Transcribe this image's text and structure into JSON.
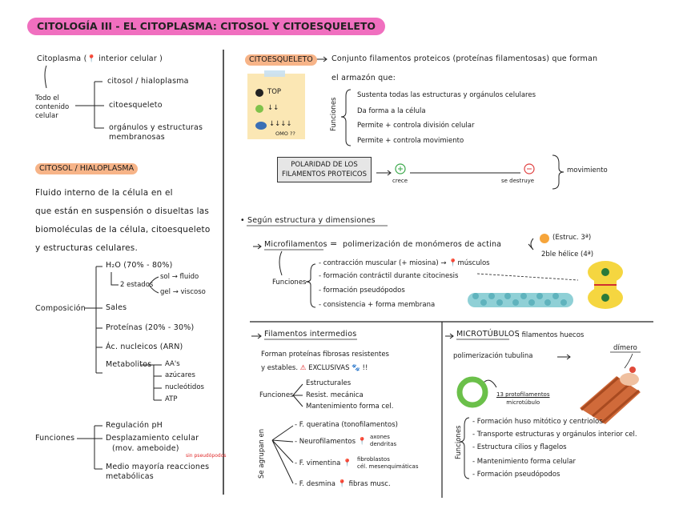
{
  "title": "CITOLOGÍA III - EL CITOPLASMA: CITOSOL Y CITOESQUELETO",
  "citoplasma": {
    "label": "Citoplasma",
    "paren_open": "(",
    "note": "interior celular",
    "paren_close": ")",
    "left_note": [
      "Todo el",
      "contenido",
      "celular"
    ],
    "items": [
      "citosol / hialoplasma",
      "citoesqueleto",
      "orgánulos y estructuras",
      "membranosas"
    ]
  },
  "citosol": {
    "heading": "CITOSOL / HIALOPLASMA",
    "desc": [
      "Fluido interno de la célula en el",
      "que están en suspensión o disueltas las",
      "biomoléculas de la célula, citoesqueleto",
      "y estructuras celulares."
    ],
    "composicion_label": "Composición",
    "water": "H₂O (70% - 80%)",
    "estados": "2 estados",
    "sol": "sol → fluido",
    "gel": "gel → viscoso",
    "sales": "Sales",
    "proteinas": "Proteínas (20% - 30%)",
    "acidos": "Ác. nucleicos (ARN)",
    "metabolitos": "Metabolitos",
    "metab_items": [
      "AA's",
      "azúcares",
      "nucleótidos",
      "ATP"
    ],
    "funciones_label": "Funciones",
    "func1": "Regulación pH",
    "func2": "Desplazamiento celular",
    "func2b": "(mov. ameboide)",
    "func2_small": "sin pseudópodos",
    "func3": "Medio mayoría reacciones",
    "func3b": "metabólicas"
  },
  "citoesqueleto": {
    "heading": "CITOESQUELETO",
    "desc1": "Conjunto filamentos proteicos (proteínas filamentosas) que forman",
    "desc2": "el armazón que:",
    "funciones_label": "Funciones",
    "items": [
      "Sustenta todas las estructuras y orgánulos celulares",
      "Da forma a la célula",
      "Permite + controla división celular",
      "Permite + controla movimiento"
    ],
    "legend": [
      "TOP",
      "↓↓",
      "↓↓↓↓",
      "OMO ??"
    ],
    "polaridad": [
      "POLARIDAD DE LOS",
      "FILAMENTOS PROTEICOS"
    ],
    "plus_label": "crece",
    "minus_label": "se destruye",
    "movimiento": "movimiento"
  },
  "estructura": {
    "heading": "Según estructura y dimensiones",
    "microfilamentos": "Microfilamentos",
    "micro_eq": "polimerización de monómeros de actina",
    "estruc1": "(Estruc. 3ª)",
    "estruc2": "2ble hélice (4ª)",
    "funciones_label": "Funciones",
    "items": [
      "contracción muscular (+ miosina) →",
      "formación contráctil durante citocinesis",
      "formación pseudópodos",
      "consistencia + forma membrana"
    ],
    "musculos": "músculos"
  },
  "intermedios": {
    "heading": "Filamentos intermedios",
    "desc1": "Forman proteínas fibrosas resistentes",
    "desc2": "y estables.",
    "exclusivas": "EXCLUSIVAS",
    "exclam": "!!",
    "funciones_label": "Funciones",
    "func": [
      "Estructurales",
      "Resist. mecánica",
      "Mantenimiento forma cel."
    ],
    "agrupan": "Se agrupan en",
    "tipos": [
      "F. queratina (tonofilamentos)",
      "Neurofilamentos",
      "F. vimentina",
      "F. desmina"
    ],
    "neuro_note": [
      "axones",
      "dendritas"
    ],
    "vim_note": [
      "fibroblastos",
      "cél. mesenquimáticas"
    ],
    "desmina_note": "fibras musc."
  },
  "microtubulos": {
    "heading": "MICROTÚBULOS",
    "desc": ": filamentos huecos",
    "polim": "polimerización tubulina",
    "dimero": "dímero",
    "protofil": [
      "13 protofilamentos",
      "microtúbulo"
    ],
    "funciones_label": "Funciones",
    "items": [
      "Formación huso mitótico y centriolos",
      "Transporte estructuras y orgánulos interior cel.",
      "Estructura cilios y flagelos",
      "Mantenimiento forma celular",
      "Formación pseudópodos"
    ]
  }
}
